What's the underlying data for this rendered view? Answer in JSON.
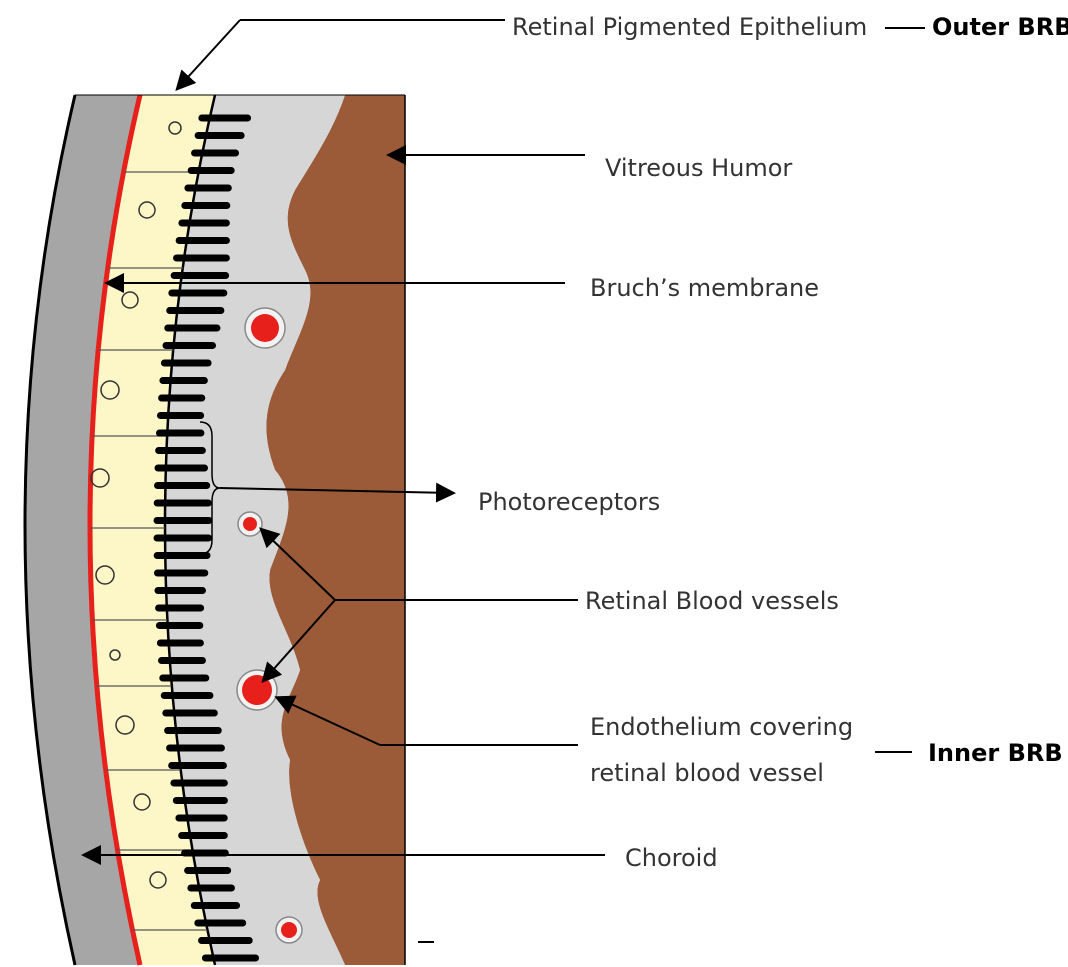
{
  "labels": {
    "rpe": "Retinal Pigmented Epithelium",
    "outer_brb": "Outer BRB",
    "vitreous": "Vitreous Humor",
    "bruch": "Bruch’s membrane",
    "photoreceptors": "Photoreceptors",
    "retinal_vessels": "Retinal Blood vessels",
    "endothelium_line1": "Endothelium covering",
    "endothelium_line2": "retinal blood vessel",
    "inner_brb": "Inner BRB",
    "choroid": "Choroid"
  },
  "colors": {
    "choroid": "#a6a6a6",
    "bruch_membrane": "#e8201c",
    "rpe_cells": "#fdf6c6",
    "retina": "#d6d6d6",
    "vitreous": "#9b5a38",
    "photoreceptor": "#000000",
    "blood_vessel": "#e8201c",
    "endothelium": "#f2f2f2",
    "text": "#333333",
    "emphasis_text": "#000000"
  }
}
